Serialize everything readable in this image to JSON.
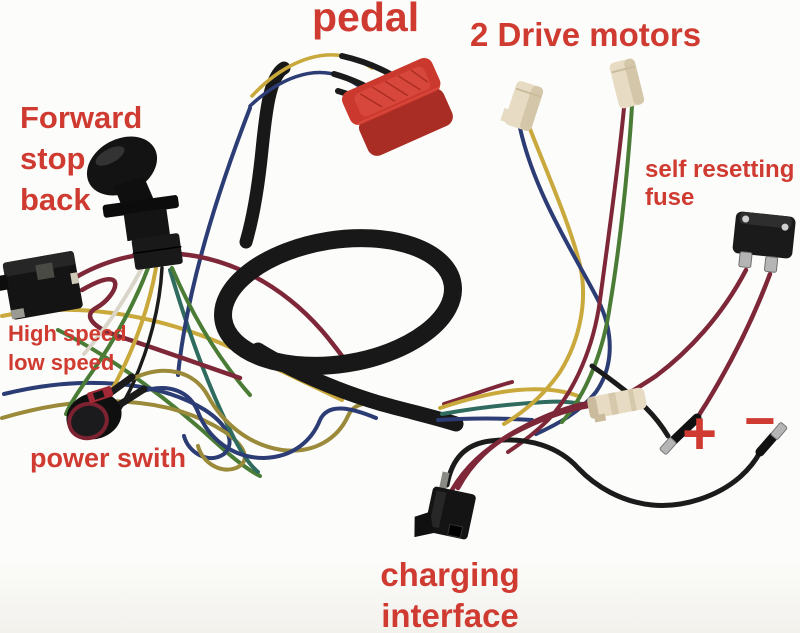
{
  "labels": {
    "pedal": "pedal",
    "drive_motors": "2 Drive motors",
    "gear_lines": [
      "Forward",
      "stop",
      "back"
    ],
    "fuse_lines": [
      "self resetting",
      "fuse"
    ],
    "speed_lines": [
      "High speed",
      "low speed"
    ],
    "power_switch": "power swith",
    "charging_lines": [
      "charging",
      "interface"
    ],
    "plus": "+",
    "minus": "−"
  },
  "colors": {
    "label_red": "#cf3a31",
    "pedal_red": "#cb382d",
    "pedal_red_dark": "#a92d24",
    "pedal_red_light": "#d8473b",
    "wire_black": "#1b1b1b",
    "sleeve_black": "#181818",
    "wire_yellow": "#c9a83c",
    "wire_olive": "#9a8a3a",
    "wire_blue": "#2c3c74",
    "wire_green": "#4a7c36",
    "wire_teal": "#2f6b5e",
    "wire_maroon": "#7e2738",
    "wire_white": "#d9d5c9",
    "connector_cream": "#e7dcc3",
    "connector_cream_shade": "#c9bb9b",
    "metal_silver": "#b5b5b5",
    "component_black": "#141414"
  },
  "components": [
    {
      "name": "pedal"
    },
    {
      "name": "harness-sleeve"
    },
    {
      "name": "drive-motor-connector-left"
    },
    {
      "name": "drive-motor-connector-right"
    },
    {
      "name": "gear-shifter"
    },
    {
      "name": "speed-selector-connector"
    },
    {
      "name": "power-switch"
    },
    {
      "name": "self-resetting-fuse"
    },
    {
      "name": "inline-connector"
    },
    {
      "name": "charging-interface-connector"
    },
    {
      "name": "positive-terminal"
    },
    {
      "name": "negative-terminal"
    }
  ]
}
